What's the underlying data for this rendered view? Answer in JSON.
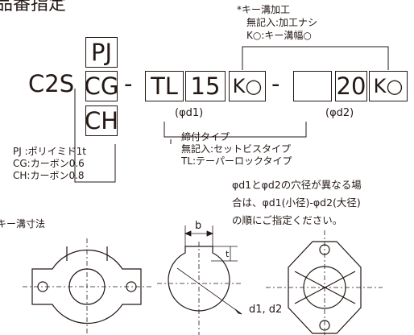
{
  "header": {
    "title": "品番指定"
  },
  "part_number": {
    "prefix": "C2S",
    "material_options": [
      "PJ",
      "CG",
      "CH"
    ],
    "dash": "-",
    "type_code": "TL",
    "bore1": "15",
    "key1_code": "K○",
    "bore2": "20",
    "key2_code": "K○"
  },
  "labels": {
    "d1": "(φd1)",
    "d2": "(φd2)"
  },
  "key_note": {
    "title": "*キー溝加工",
    "line1": "無記入:加工ナシ",
    "line2": "K○:キー溝幅○"
  },
  "tighten_note": {
    "title": "締付タイプ",
    "line1": "無記入:セットビスタイプ",
    "line2": "TL:テーパーロックタイプ"
  },
  "material_note": {
    "line1": "PJ :ポリイミド1t",
    "line2": "CG:カーボン0.6",
    "line3": "CH:カーボン0.8"
  },
  "bore_note": {
    "line1": "φd1とφd2の穴径が異なる場",
    "line2": "合は、φd1(小径)-φd2(大径)",
    "line3": "の順にご指定ください。"
  },
  "keyway_title": "キー溝寸法",
  "dims": {
    "b": "b",
    "t": "t",
    "d": "d1, d2"
  },
  "colors": {
    "line": "#231815",
    "highlight": "#fbf6ce"
  }
}
